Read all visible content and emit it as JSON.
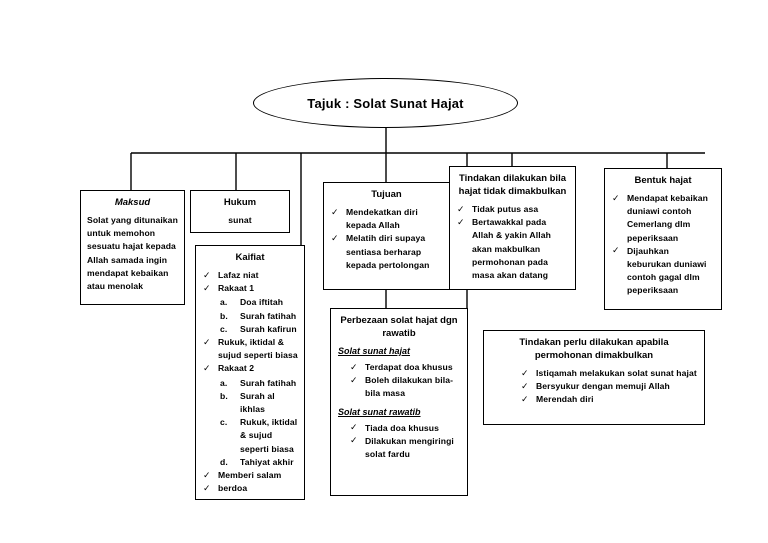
{
  "diagram": {
    "type": "mind-map",
    "root": {
      "label": "Tajuk : Solat Sunat Hajat"
    },
    "nodes": [
      {
        "id": "maksud",
        "title": "Maksud",
        "title_style": "italic",
        "body": "Solat yang ditunaikan untuk memohon sesuatu hajat kepada Allah samada ingin mendapat kebaikan atau menolak"
      },
      {
        "id": "hukum",
        "title": "Hukum",
        "body": "sunat"
      },
      {
        "id": "kaifiat",
        "title": "Kaifiat",
        "items": [
          {
            "text": "Lafaz niat"
          },
          {
            "text": "Rakaat 1",
            "sub": [
              {
                "label": "a.",
                "text": "Doa iftitah"
              },
              {
                "label": "b.",
                "text": "Surah fatihah"
              },
              {
                "label": "c.",
                "text": "Surah kafirun"
              }
            ]
          },
          {
            "text": "Rukuk, iktidal & sujud seperti biasa"
          },
          {
            "text": "Rakaat 2",
            "sub": [
              {
                "label": "a.",
                "text": "Surah fatihah"
              },
              {
                "label": "b.",
                "text": "Surah al ikhlas"
              },
              {
                "label": "c.",
                "text": "Rukuk, iktidal & sujud seperti biasa"
              },
              {
                "label": "d.",
                "text": "Tahiyat akhir"
              }
            ]
          },
          {
            "text": "Memberi salam"
          },
          {
            "text": "berdoa"
          }
        ]
      },
      {
        "id": "tujuan",
        "title": "Tujuan",
        "items": [
          {
            "text": "Mendekatkan diri kepada Allah"
          },
          {
            "text": "Melatih diri supaya sentiasa berharap kepada pertolongan"
          }
        ]
      },
      {
        "id": "perbezaan",
        "title": "Perbezaan solat hajat dgn rawatib",
        "sections": [
          {
            "heading": "Solat sunat hajat",
            "items": [
              {
                "text": "Terdapat doa khusus"
              },
              {
                "text": "Boleh dilakukan bila-bila masa"
              }
            ]
          },
          {
            "heading": "Solat sunat rawatib",
            "items": [
              {
                "text": "Tiada doa khusus"
              },
              {
                "text": "Dilakukan mengiringi solat fardu"
              }
            ]
          }
        ]
      },
      {
        "id": "tindakan-tidak",
        "title": "Tindakan dilakukan bila hajat tidak dimakbulkan",
        "items": [
          {
            "text": "Tidak putus asa"
          },
          {
            "text": "Bertawakkal pada Allah & yakin Allah akan makbulkan permohonan pada masa akan datang"
          }
        ]
      },
      {
        "id": "bentuk-hajat",
        "title": "Bentuk hajat",
        "items": [
          {
            "text": "Mendapat kebaikan duniawi contoh Cemerlang dlm peperiksaan"
          },
          {
            "text": "Dijauhkan keburukan duniawi contoh gagal dlm peperiksaan"
          }
        ]
      },
      {
        "id": "tindakan-perlu",
        "title": "Tindakan perlu dilakukan apabila permohonan dimakbulkan",
        "items": [
          {
            "text": "Istiqamah melakukan solat sunat hajat"
          },
          {
            "text": "Bersyukur dengan memuji Allah"
          },
          {
            "text": "Merendah diri"
          }
        ]
      }
    ],
    "colors": {
      "line": "#000000",
      "background": "#ffffff",
      "text": "#000000"
    }
  }
}
